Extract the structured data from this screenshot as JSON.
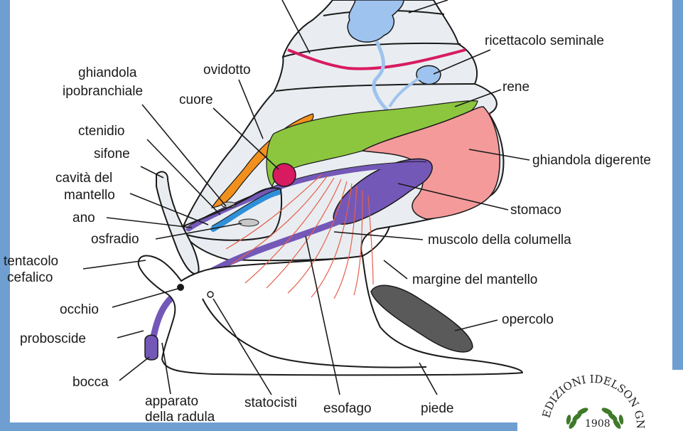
{
  "colors": {
    "frame": "#6f9ed1",
    "shell": "#e9edf1",
    "outline": "#1a1a1a",
    "gonad_blue": "#9fc3ef",
    "oviduct_orange": "#f2901e",
    "kidney_green": "#8cc63f",
    "seminal_magenta": "#d81b60",
    "heart": "#d81b60",
    "digestive_gland": "#f49a9a",
    "gut_purple": "#7458b8",
    "ctenidium_blue": "#2f8fd8",
    "operculum": "#5a5a5a",
    "muscle_red": "#e5604a"
  },
  "labels": {
    "ricettacolo": "ricettacolo seminale",
    "rene": "rene",
    "ghiandola_digerente": "ghiandola digerente",
    "stomaco": "stomaco",
    "muscolo": "muscolo della columella",
    "margine": "margine del mantello",
    "opercolo": "opercolo",
    "piede": "piede",
    "esofago": "esofago",
    "statocisti": "statocisti",
    "apparato_1": "apparato",
    "apparato_2": "della radula",
    "bocca": "bocca",
    "proboscide": "proboscide",
    "occhio": "occhio",
    "tentacolo_1": "tentacolo",
    "tentacolo_2": "cefalico",
    "osfradio": "osfradio",
    "ano": "ano",
    "cavita_1": "cavità del",
    "cavita_2": "mantello",
    "sifone": "sifone",
    "ctenidio": "ctenidio",
    "ipobranchiale_1": "ghiandola",
    "ipobranchiale_2": "ipobranchiale",
    "cuore": "cuore",
    "ovidotto": "ovidotto"
  },
  "seal": {
    "text": "EDIZIONI IDELSON GNOCCHI",
    "year": "1908"
  }
}
